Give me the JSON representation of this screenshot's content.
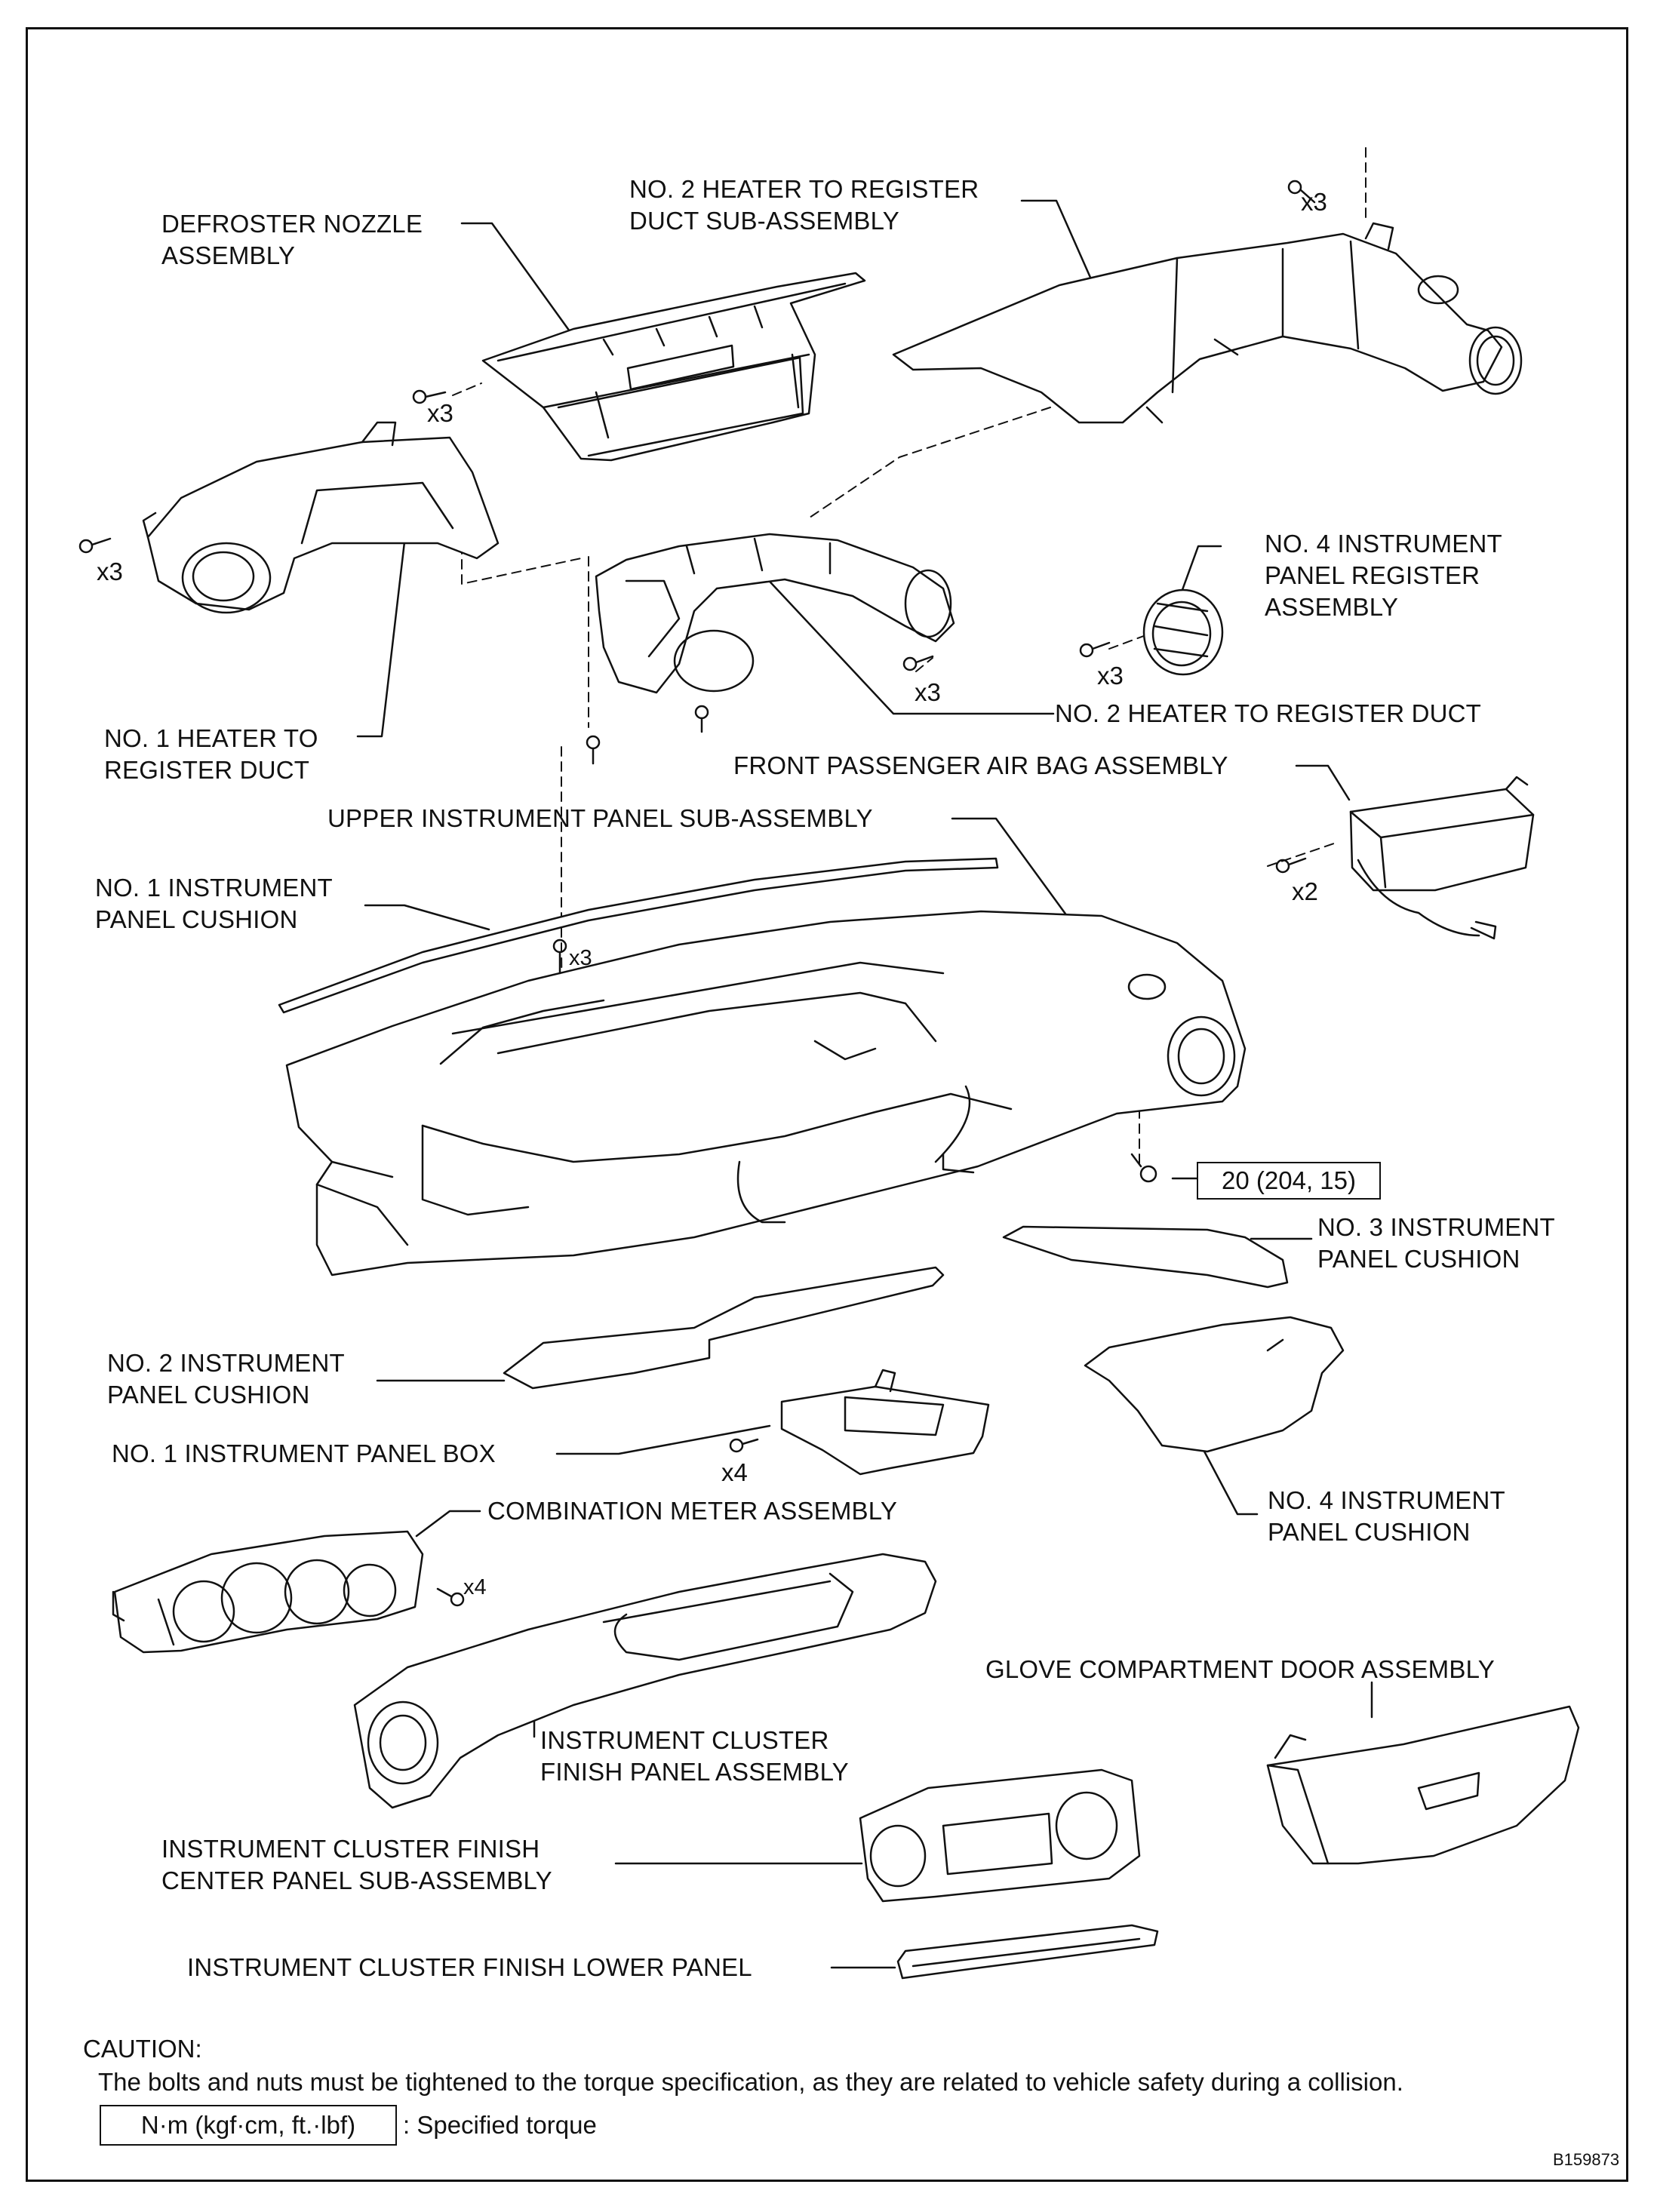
{
  "labels": {
    "defroster_nozzle": [
      "DEFROSTER NOZZLE",
      "ASSEMBLY"
    ],
    "no2_heater_sub_assembly": [
      "NO. 2 HEATER TO REGISTER",
      "DUCT SUB-ASSEMBLY"
    ],
    "no4_register": [
      "NO. 4 INSTRUMENT",
      "PANEL REGISTER",
      "ASSEMBLY"
    ],
    "no2_heater_duct": "NO. 2 HEATER TO REGISTER DUCT",
    "no1_heater_duct": [
      "NO. 1 HEATER TO",
      "REGISTER DUCT"
    ],
    "passenger_airbag": "FRONT PASSENGER AIR BAG ASSEMBLY",
    "upper_panel": "UPPER INSTRUMENT PANEL SUB-ASSEMBLY",
    "no1_cushion": [
      "NO. 1 INSTRUMENT",
      "PANEL CUSHION"
    ],
    "no3_cushion": [
      "NO. 3 INSTRUMENT",
      "PANEL CUSHION"
    ],
    "no2_cushion": [
      "NO. 2 INSTRUMENT",
      "PANEL CUSHION"
    ],
    "no1_box": "NO. 1 INSTRUMENT PANEL BOX",
    "no4_cushion": [
      "NO. 4 INSTRUMENT",
      "PANEL CUSHION"
    ],
    "combination_meter": "COMBINATION METER ASSEMBLY",
    "glove_door": "GLOVE COMPARTMENT DOOR ASSEMBLY",
    "cluster_finish_panel": [
      "INSTRUMENT CLUSTER",
      "FINISH PANEL ASSEMBLY"
    ],
    "cluster_center_panel": [
      "INSTRUMENT CLUSTER FINISH",
      "CENTER PANEL SUB-ASSEMBLY"
    ],
    "cluster_lower_panel": "INSTRUMENT CLUSTER FINISH LOWER PANEL"
  },
  "quantities": {
    "defroster_screws": "x3",
    "no2_sub_screws": "x3",
    "no1_duct_screws": "x3",
    "no2_duct_screws": "x3",
    "register_screws": "x3",
    "airbag_screws": "x2",
    "upper_panel_screws": "x3",
    "box_screws": "x4",
    "meter_screws": "x4"
  },
  "torque_spec": "20 (204, 15)",
  "caution": {
    "title": "CAUTION:",
    "text": "The bolts and nuts must be tightened to the torque specification, as they are related to vehicle safety during a collision.",
    "legend_box": "N·m (kgf·cm, ft.·lbf)",
    "legend_text": ": Specified torque"
  },
  "figure_id": "B159873"
}
